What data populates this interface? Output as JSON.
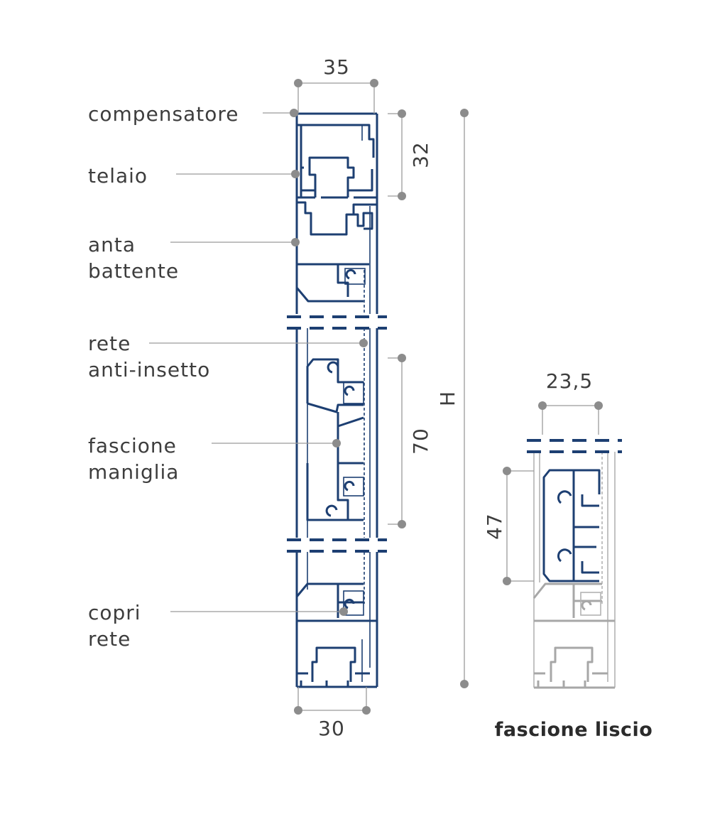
{
  "labels": {
    "compensatore": "compensatore",
    "telaio": "telaio",
    "anta_line1": "anta",
    "anta_line2": "battente",
    "rete_line1": "rete",
    "rete_line2": "anti-insetto",
    "fascione_line1": "fascione",
    "fascione_line2": "maniglia",
    "copri_line1": "copri",
    "copri_line2": "rete"
  },
  "dimensions": {
    "top_width": "35",
    "bottom_width": "30",
    "height_32": "32",
    "height_70": "70",
    "total_height": "H",
    "detail_width": "23,5",
    "detail_height": "47"
  },
  "detail": {
    "caption": "fascione liscio"
  },
  "colors": {
    "profile": "#1d3f72",
    "secondary_profile": "#a7a7a7",
    "dimension_dot": "#8c8c8c",
    "text": "#3d3d3d"
  }
}
